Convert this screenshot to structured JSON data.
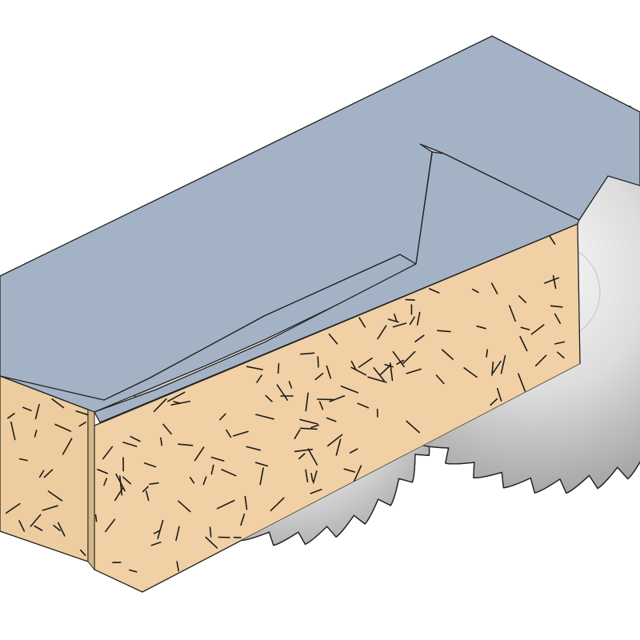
{
  "illustration": {
    "subject": "",
    "colors": {
      "background": "#ffffff",
      "board_top": "#a4b2c6",
      "board_face": "#f0d0a4",
      "board_end": "#edcd9f",
      "grain": "#1a1a1a",
      "outline": "#222222",
      "blade_light": "#f7f7f7",
      "blade_mid": "#cfcfcf",
      "blade_dark": "#9a9a9a"
    },
    "blades": [
      {
        "id": "scoring-blade",
        "teeth": 32
      },
      {
        "id": "main-blade",
        "teeth": 40
      }
    ]
  }
}
